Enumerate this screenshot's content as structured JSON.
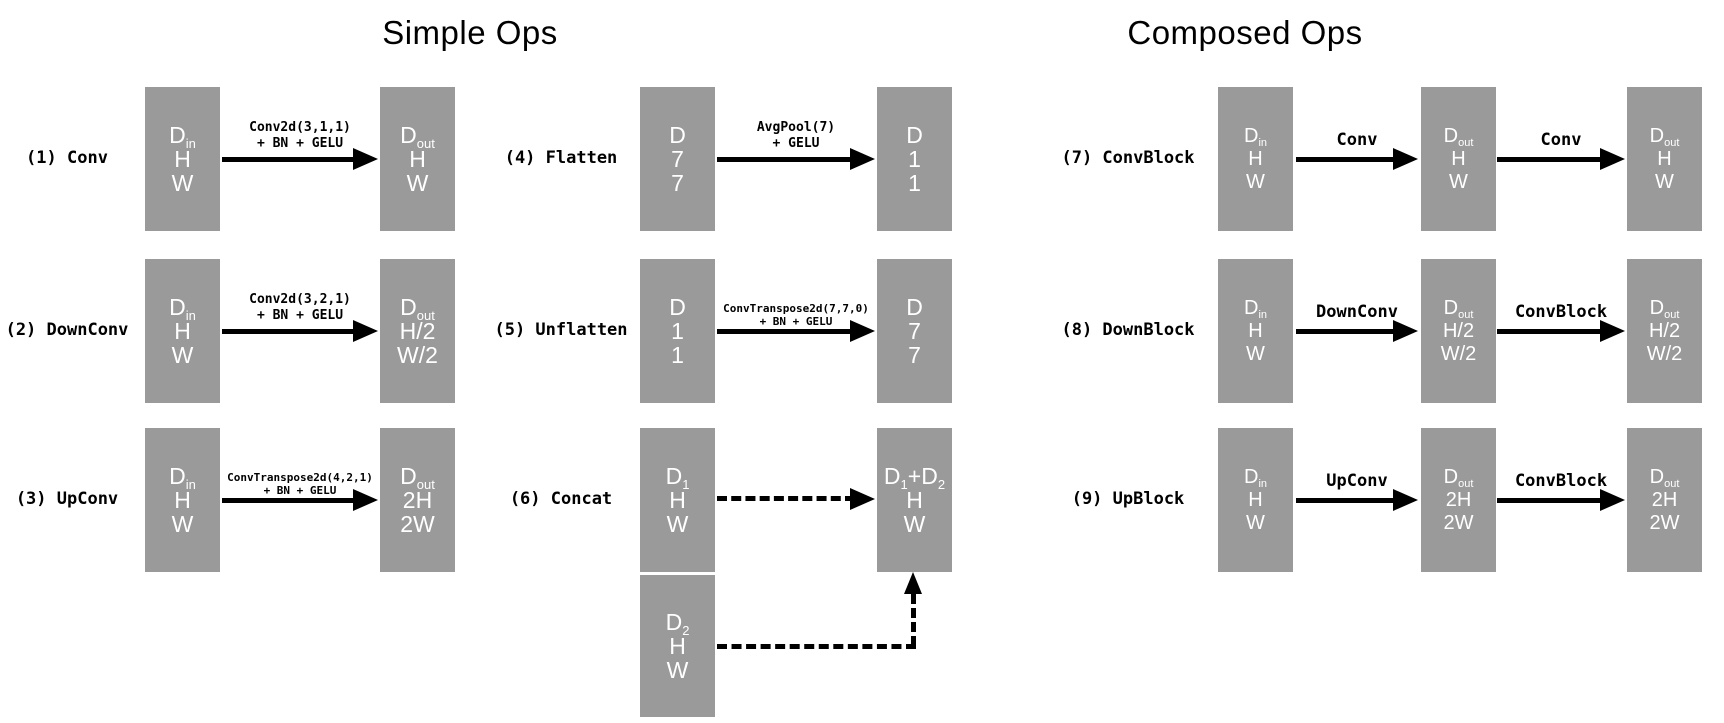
{
  "titles": {
    "simple": "Simple Ops",
    "composed": "Composed Ops"
  },
  "colors": {
    "box_fill": "#9a9a9a",
    "box_text": "#ffffff",
    "label_text": "#000000",
    "arrow": "#000000",
    "background": "#ffffff"
  },
  "ops": [
    {
      "label": "(1) Conv",
      "arrowLabels": [
        [
          "Conv2d(3,1,1)",
          "+ BN + GELU"
        ]
      ],
      "boxes": [
        {
          "lines": [
            [
              "D",
              "in"
            ],
            [
              "H"
            ],
            [
              "W"
            ]
          ]
        },
        {
          "lines": [
            [
              "D",
              "out"
            ],
            [
              "H"
            ],
            [
              "W"
            ]
          ]
        }
      ]
    },
    {
      "label": "(2) DownConv",
      "arrowLabels": [
        [
          "Conv2d(3,2,1)",
          "+ BN + GELU"
        ]
      ],
      "boxes": [
        {
          "lines": [
            [
              "D",
              "in"
            ],
            [
              "H"
            ],
            [
              "W"
            ]
          ]
        },
        {
          "lines": [
            [
              "D",
              "out"
            ],
            [
              "H/2"
            ],
            [
              "W/2"
            ]
          ]
        }
      ]
    },
    {
      "label": "(3) UpConv",
      "arrowLabels": [
        [
          "ConvTranspose2d(4,2,1)",
          "+ BN + GELU"
        ]
      ],
      "boxes": [
        {
          "lines": [
            [
              "D",
              "in"
            ],
            [
              "H"
            ],
            [
              "W"
            ]
          ]
        },
        {
          "lines": [
            [
              "D",
              "out"
            ],
            [
              "2H"
            ],
            [
              "2W"
            ]
          ]
        }
      ]
    },
    {
      "label": "(4) Flatten",
      "arrowLabels": [
        [
          "AvgPool(7)",
          "+ GELU"
        ]
      ],
      "boxes": [
        {
          "lines": [
            [
              "D"
            ],
            [
              "7"
            ],
            [
              "7"
            ]
          ]
        },
        {
          "lines": [
            [
              "D"
            ],
            [
              "1"
            ],
            [
              "1"
            ]
          ]
        }
      ]
    },
    {
      "label": "(5) Unflatten",
      "arrowLabels": [
        [
          "ConvTranspose2d(7,7,0)",
          "+ BN + GELU"
        ]
      ],
      "boxes": [
        {
          "lines": [
            [
              "D"
            ],
            [
              "1"
            ],
            [
              "1"
            ]
          ]
        },
        {
          "lines": [
            [
              "D"
            ],
            [
              "7"
            ],
            [
              "7"
            ]
          ]
        }
      ]
    },
    {
      "label": "(6) Concat",
      "arrowLabels": [],
      "boxes": [
        {
          "lines": [
            [
              "D",
              "1"
            ],
            [
              "H"
            ],
            [
              "W"
            ]
          ]
        },
        {
          "lines": [
            [
              "D",
              "2"
            ],
            [
              "H"
            ],
            [
              "W"
            ]
          ]
        },
        {
          "lines": [
            [
              "D",
              "1",
              "+D",
              "2"
            ],
            [
              "H"
            ],
            [
              "W"
            ]
          ]
        }
      ]
    },
    {
      "label": "(7) ConvBlock",
      "arrowLabels": [
        [
          "Conv"
        ],
        [
          "Conv"
        ]
      ],
      "boxes": [
        {
          "lines": [
            [
              "D",
              "in"
            ],
            [
              "H"
            ],
            [
              "W"
            ]
          ]
        },
        {
          "lines": [
            [
              "D",
              "out"
            ],
            [
              "H"
            ],
            [
              "W"
            ]
          ]
        },
        {
          "lines": [
            [
              "D",
              "out"
            ],
            [
              "H"
            ],
            [
              "W"
            ]
          ]
        }
      ]
    },
    {
      "label": "(8) DownBlock",
      "arrowLabels": [
        [
          "DownConv"
        ],
        [
          "ConvBlock"
        ]
      ],
      "boxes": [
        {
          "lines": [
            [
              "D",
              "in"
            ],
            [
              "H"
            ],
            [
              "W"
            ]
          ]
        },
        {
          "lines": [
            [
              "D",
              "out"
            ],
            [
              "H/2"
            ],
            [
              "W/2"
            ]
          ]
        },
        {
          "lines": [
            [
              "D",
              "out"
            ],
            [
              "H/2"
            ],
            [
              "W/2"
            ]
          ]
        }
      ]
    },
    {
      "label": "(9) UpBlock",
      "arrowLabels": [
        [
          "UpConv"
        ],
        [
          "ConvBlock"
        ]
      ],
      "boxes": [
        {
          "lines": [
            [
              "D",
              "in"
            ],
            [
              "H"
            ],
            [
              "W"
            ]
          ]
        },
        {
          "lines": [
            [
              "D",
              "out"
            ],
            [
              "2H"
            ],
            [
              "2W"
            ]
          ]
        },
        {
          "lines": [
            [
              "D",
              "out"
            ],
            [
              "2H"
            ],
            [
              "2W"
            ]
          ]
        }
      ]
    }
  ]
}
